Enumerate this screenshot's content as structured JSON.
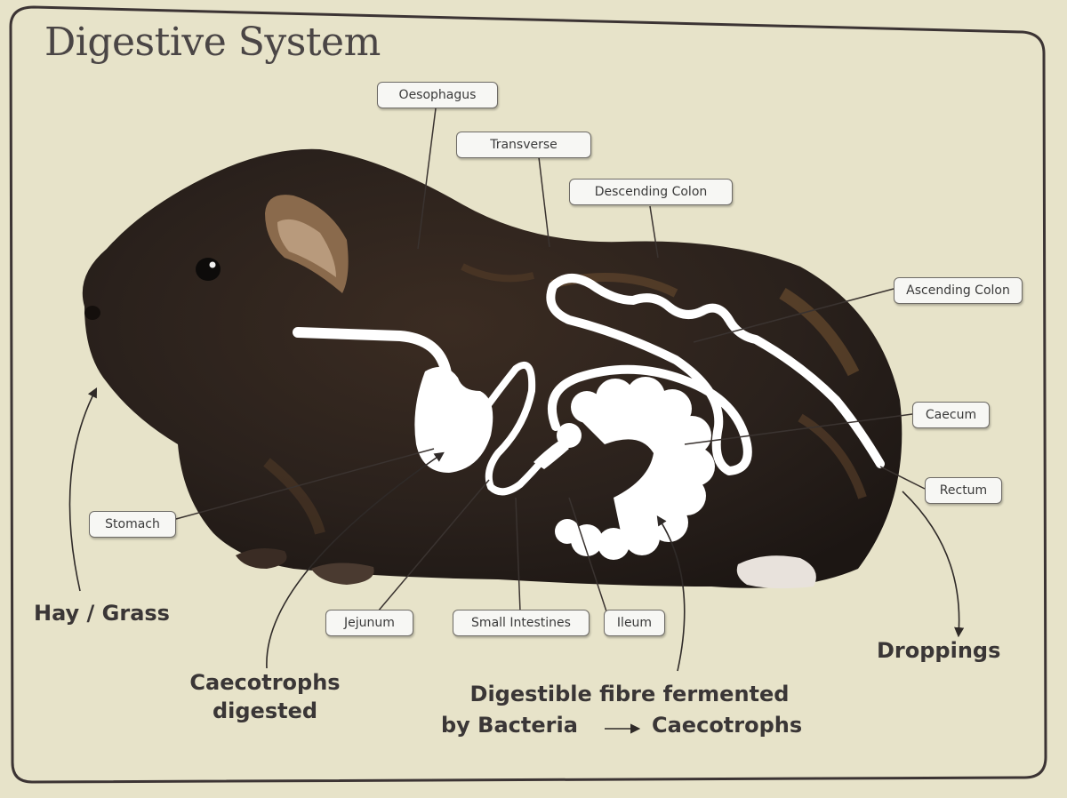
{
  "title": "Digestive System",
  "organ_labels": {
    "oesophagus": "Oesophagus",
    "transverse": "Transverse",
    "descending_colon": "Descending Colon",
    "ascending_colon": "Ascending Colon",
    "caecum": "Caecum",
    "rectum": "Rectum",
    "stomach": "Stomach",
    "jejunum": "Jejunum",
    "small_intestines": "Small Intestines",
    "ileum": "Ileum"
  },
  "flow_labels": {
    "hay_grass": "Hay / Grass",
    "caecotrophs_digested_1": "Caecotrophs",
    "caecotrophs_digested_2": "digested",
    "droppings": "Droppings",
    "fermented_line1": "Digestible fibre fermented",
    "fermented_line2_left": "by Bacteria",
    "fermented_line2_right": "Caecotrophs"
  },
  "colors": {
    "background": "#e7e3c9",
    "frame": "#3c3434",
    "body_fur": "#2a211c",
    "fur_highlight": "#7a5634",
    "digestive_tract": "#ffffff",
    "label_fill": "#f7f7f4",
    "text": "#3a3636"
  }
}
